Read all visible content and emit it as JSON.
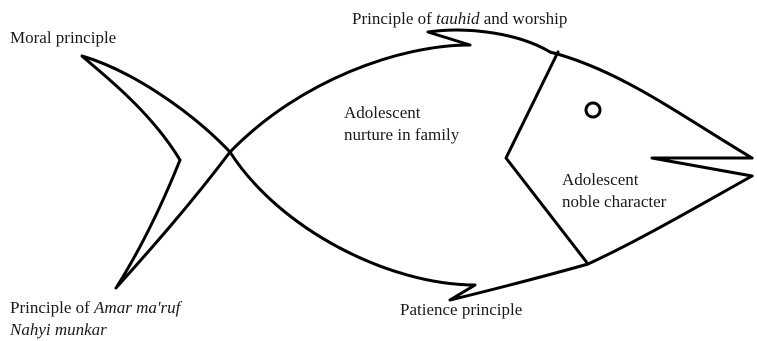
{
  "labels": {
    "moral": "Moral principle",
    "tauhid_prefix": "Principle of ",
    "tauhid_italic": "tauhid",
    "tauhid_suffix": " and worship",
    "nurture_line1": "Adolescent",
    "nurture_line2": "nurture in family",
    "noble_line1": "Adolescent",
    "noble_line2": "noble character",
    "amar_prefix": "Principle of ",
    "amar_italic_line1": "Amar ma'ruf",
    "amar_italic_line2": "Nahyi munkar",
    "patience": "Patience principle"
  },
  "colors": {
    "stroke": "#000000",
    "text": "#1a1a1a",
    "background": "#ffffff"
  }
}
